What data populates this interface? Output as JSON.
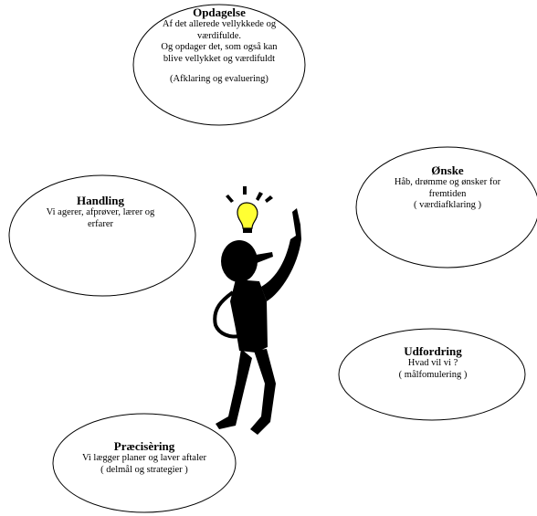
{
  "bubbles": {
    "opdagelse": {
      "title": "Opdagelse",
      "lines": [
        "Af det allerede vellykkede og",
        "værdifulde.",
        "Og  opdager  det, som også kan",
        "blive vellykket og værdifuldt"
      ],
      "note": "(Afklaring og evaluering)"
    },
    "onske": {
      "title": "Ønske",
      "lines": [
        "Håb, drømme og ønsker for",
        "fremtiden",
        "( værdiafklaring )"
      ]
    },
    "handling": {
      "title": "Handling",
      "lines": [
        "Vi agerer, afprøver, lærer og",
        "erfarer"
      ]
    },
    "udfordring": {
      "title": "Udfordring",
      "lines": [
        "Hvad vil vi ?",
        "( målfomulering )"
      ]
    },
    "praecisering": {
      "title": "Præcisèring",
      "lines": [
        "Vi lægger planer og laver aftaler",
        "( delmål  og strategier )"
      ]
    }
  },
  "colors": {
    "outline": "#000000",
    "figure": "#000000",
    "bulb": "#ffff33"
  },
  "icons": {
    "figure": "thinking-stick-figure-icon",
    "bulb": "lightbulb-icon"
  }
}
